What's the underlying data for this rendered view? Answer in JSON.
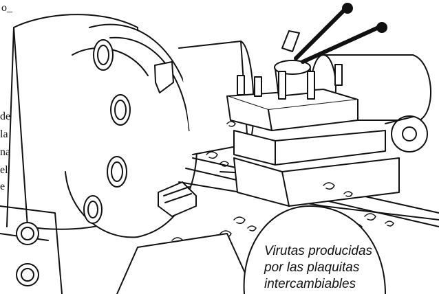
{
  "page_fragments": {
    "top_left": "o_",
    "left_lines": [
      "de",
      "la",
      "na",
      "el",
      "e"
    ]
  },
  "caption": {
    "lines": [
      "Virutas producidas",
      "por las plaquitas",
      "intercambiables"
    ]
  },
  "colors": {
    "ink": "#111111",
    "paper": "#ffffff"
  }
}
